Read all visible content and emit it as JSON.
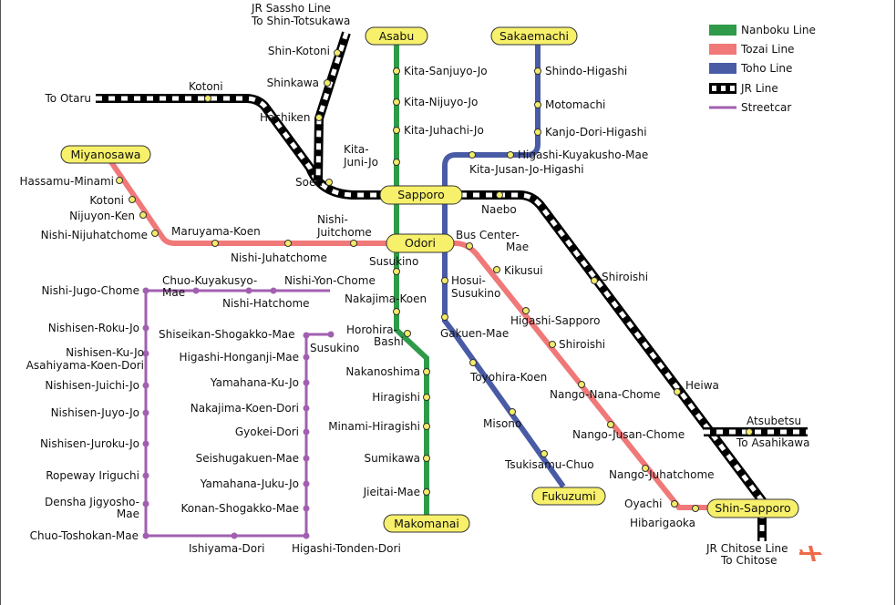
{
  "colors": {
    "nanboku": "#2f9a4a",
    "tozai": "#f07878",
    "toho": "#4a5ba6",
    "jr_dark": "#000000",
    "jr_light": "#ffffff",
    "streetcar": "#a25fb0",
    "terminal_fill": "#f7f06a",
    "station_fill": "#f3ec6a",
    "airport": "#ee6a4a"
  },
  "legend": {
    "nanboku": "Nanboku Line",
    "tozai": "Tozai Line",
    "toho": "Toho Line",
    "jr": "JR Line",
    "streetcar": "Streetcar"
  },
  "terminals": {
    "asabu": "Asabu",
    "sakaemachi": "Sakaemachi",
    "miyanosawa": "Miyanosawa",
    "sapporo": "Sapporo",
    "odori": "Odori",
    "fukuzumi": "Fukuzumi",
    "makomanai": "Makomanai",
    "shin_sapporo": "Shin-Sapporo"
  },
  "labels": {
    "jr_sassho_1": "JR Sassho Line",
    "jr_sassho_2": "To Shin-Totsukawa",
    "shin_kotoni": "Shin-Kotoni",
    "shinkawa": "Shinkawa",
    "hachiken": "Hachiken",
    "to_otaru": "To Otaru",
    "kotoni_jr": "Kotoni",
    "soen": "Soen",
    "kita_juni_1": "Kita-",
    "kita_juni_2": "Juni-Jo",
    "kita_sanjuyo": "Kita-Sanjuyo-Jo",
    "kita_nijuyo": "Kita-Nijuyo-Jo",
    "kita_juhachi": "Kita-Juhachi-Jo",
    "shindo_higashi": "Shindo-Higashi",
    "motomachi": "Motomachi",
    "kanjo_dori_higashi": "Kanjo-Dori-Higashi",
    "higashi_kuyakusho": "Higashi-Kuyakusho-Mae",
    "kita_jusan": "Kita-Jusan-Jo-Higashi",
    "naebo": "Naebo",
    "hassamu_minami": "Hassamu-Minami",
    "kotoni_tozai": "Kotoni",
    "nijuyon_ken": "Nijuyon-Ken",
    "nishi_nijuhatchome": "Nishi-Nijuhatchome",
    "maruyama_koen": "Maruyama-Koen",
    "nishi_juitchome_1": "Nishi-",
    "nishi_juitchome_2": "Juitchome",
    "nishi_juhatchome": "Nishi-Juhatchome",
    "bus_center_1": "Bus Center-",
    "bus_center_2": "Mae",
    "susukino": "Susukino",
    "kikusui": "Kikusui",
    "shiroishi_jr": "Shiroishi",
    "hosui_1": "Hosui-",
    "hosui_2": "Susukino",
    "nakajima_koen": "Nakajima-Koen",
    "horohira_1": "Horohira-",
    "horohira_2": "Bashi",
    "gakuen_mae": "Gakuen-Mae",
    "higashi_sapporo": "Higashi-Sapporo",
    "shiroishi_tozai": "Shiroishi",
    "nakanoshima": "Nakanoshima",
    "hiragishi": "Hiragishi",
    "toyohira_koen": "Toyohira-Koen",
    "nango_nana": "Nango-Nana-Chome",
    "heiwa": "Heiwa",
    "minami_hiragishi": "Minami-Hiragishi",
    "misono": "Misono",
    "atsubetsu": "Atsubetsu",
    "to_asahikawa": "To Asahikawa",
    "nango_jusan": "Nango-Jusan-Chome",
    "sumikawa": "Sumikawa",
    "tsukisamu_chuo": "Tsukisamu-Chuo",
    "nango_juhatchome": "Nango-Juhatchome",
    "jieitai_mae": "Jieitai-Mae",
    "oyachi": "Oyachi",
    "hibarigaoka": "Hibarigaoka",
    "jr_chitose_1": "JR Chitose Line",
    "jr_chitose_2": "To Chitose",
    "nishi_jugo": "Nishi-Jugo-Chome",
    "chuo_kuyakusyo_1": "Chuo-Kuyakusyo-",
    "chuo_kuyakusyo_2": "Mae",
    "nishi_yon": "Nishi-Yon-Chome",
    "nishi_hatchome": "Nishi-Hatchome",
    "nishisen_roku": "Nishisen-Roku-Jo",
    "nishisen_ku": "Nishisen-Ku-Jo",
    "asahiyama": "Asahiyama-Koen-Dori",
    "nishisen_juichi": "Nishisen-Juichi-Jo",
    "nishisen_juyo": "Nishisen-Juyo-Jo",
    "nishisen_juroku": "Nishisen-Juroku-Jo",
    "ropeway": "Ropeway Iriguchi",
    "densha_1": "Densha Jigyosho-",
    "densha_2": "Mae",
    "chuo_toshokan": "Chuo-Toshokan-Mae",
    "ishiyama": "Ishiyama-Dori",
    "higashi_tonden": "Higashi-Tonden-Dori",
    "shiseikan": "Shiseikan-Shogakko-Mae",
    "susukino_sc": "Susukino",
    "higashi_honganji": "Higashi-Honganji-Mae",
    "yamahana_ku": "Yamahana-Ku-Jo",
    "nakajima_koen_dori": "Nakajima-Koen-Dori",
    "gyokei": "Gyokei-Dori",
    "seishugakuen": "Seishugakuen-Mae",
    "yamahana_juku": "Yamahana-Juku-Jo",
    "konan": "Konan-Shogakko-Mae"
  }
}
